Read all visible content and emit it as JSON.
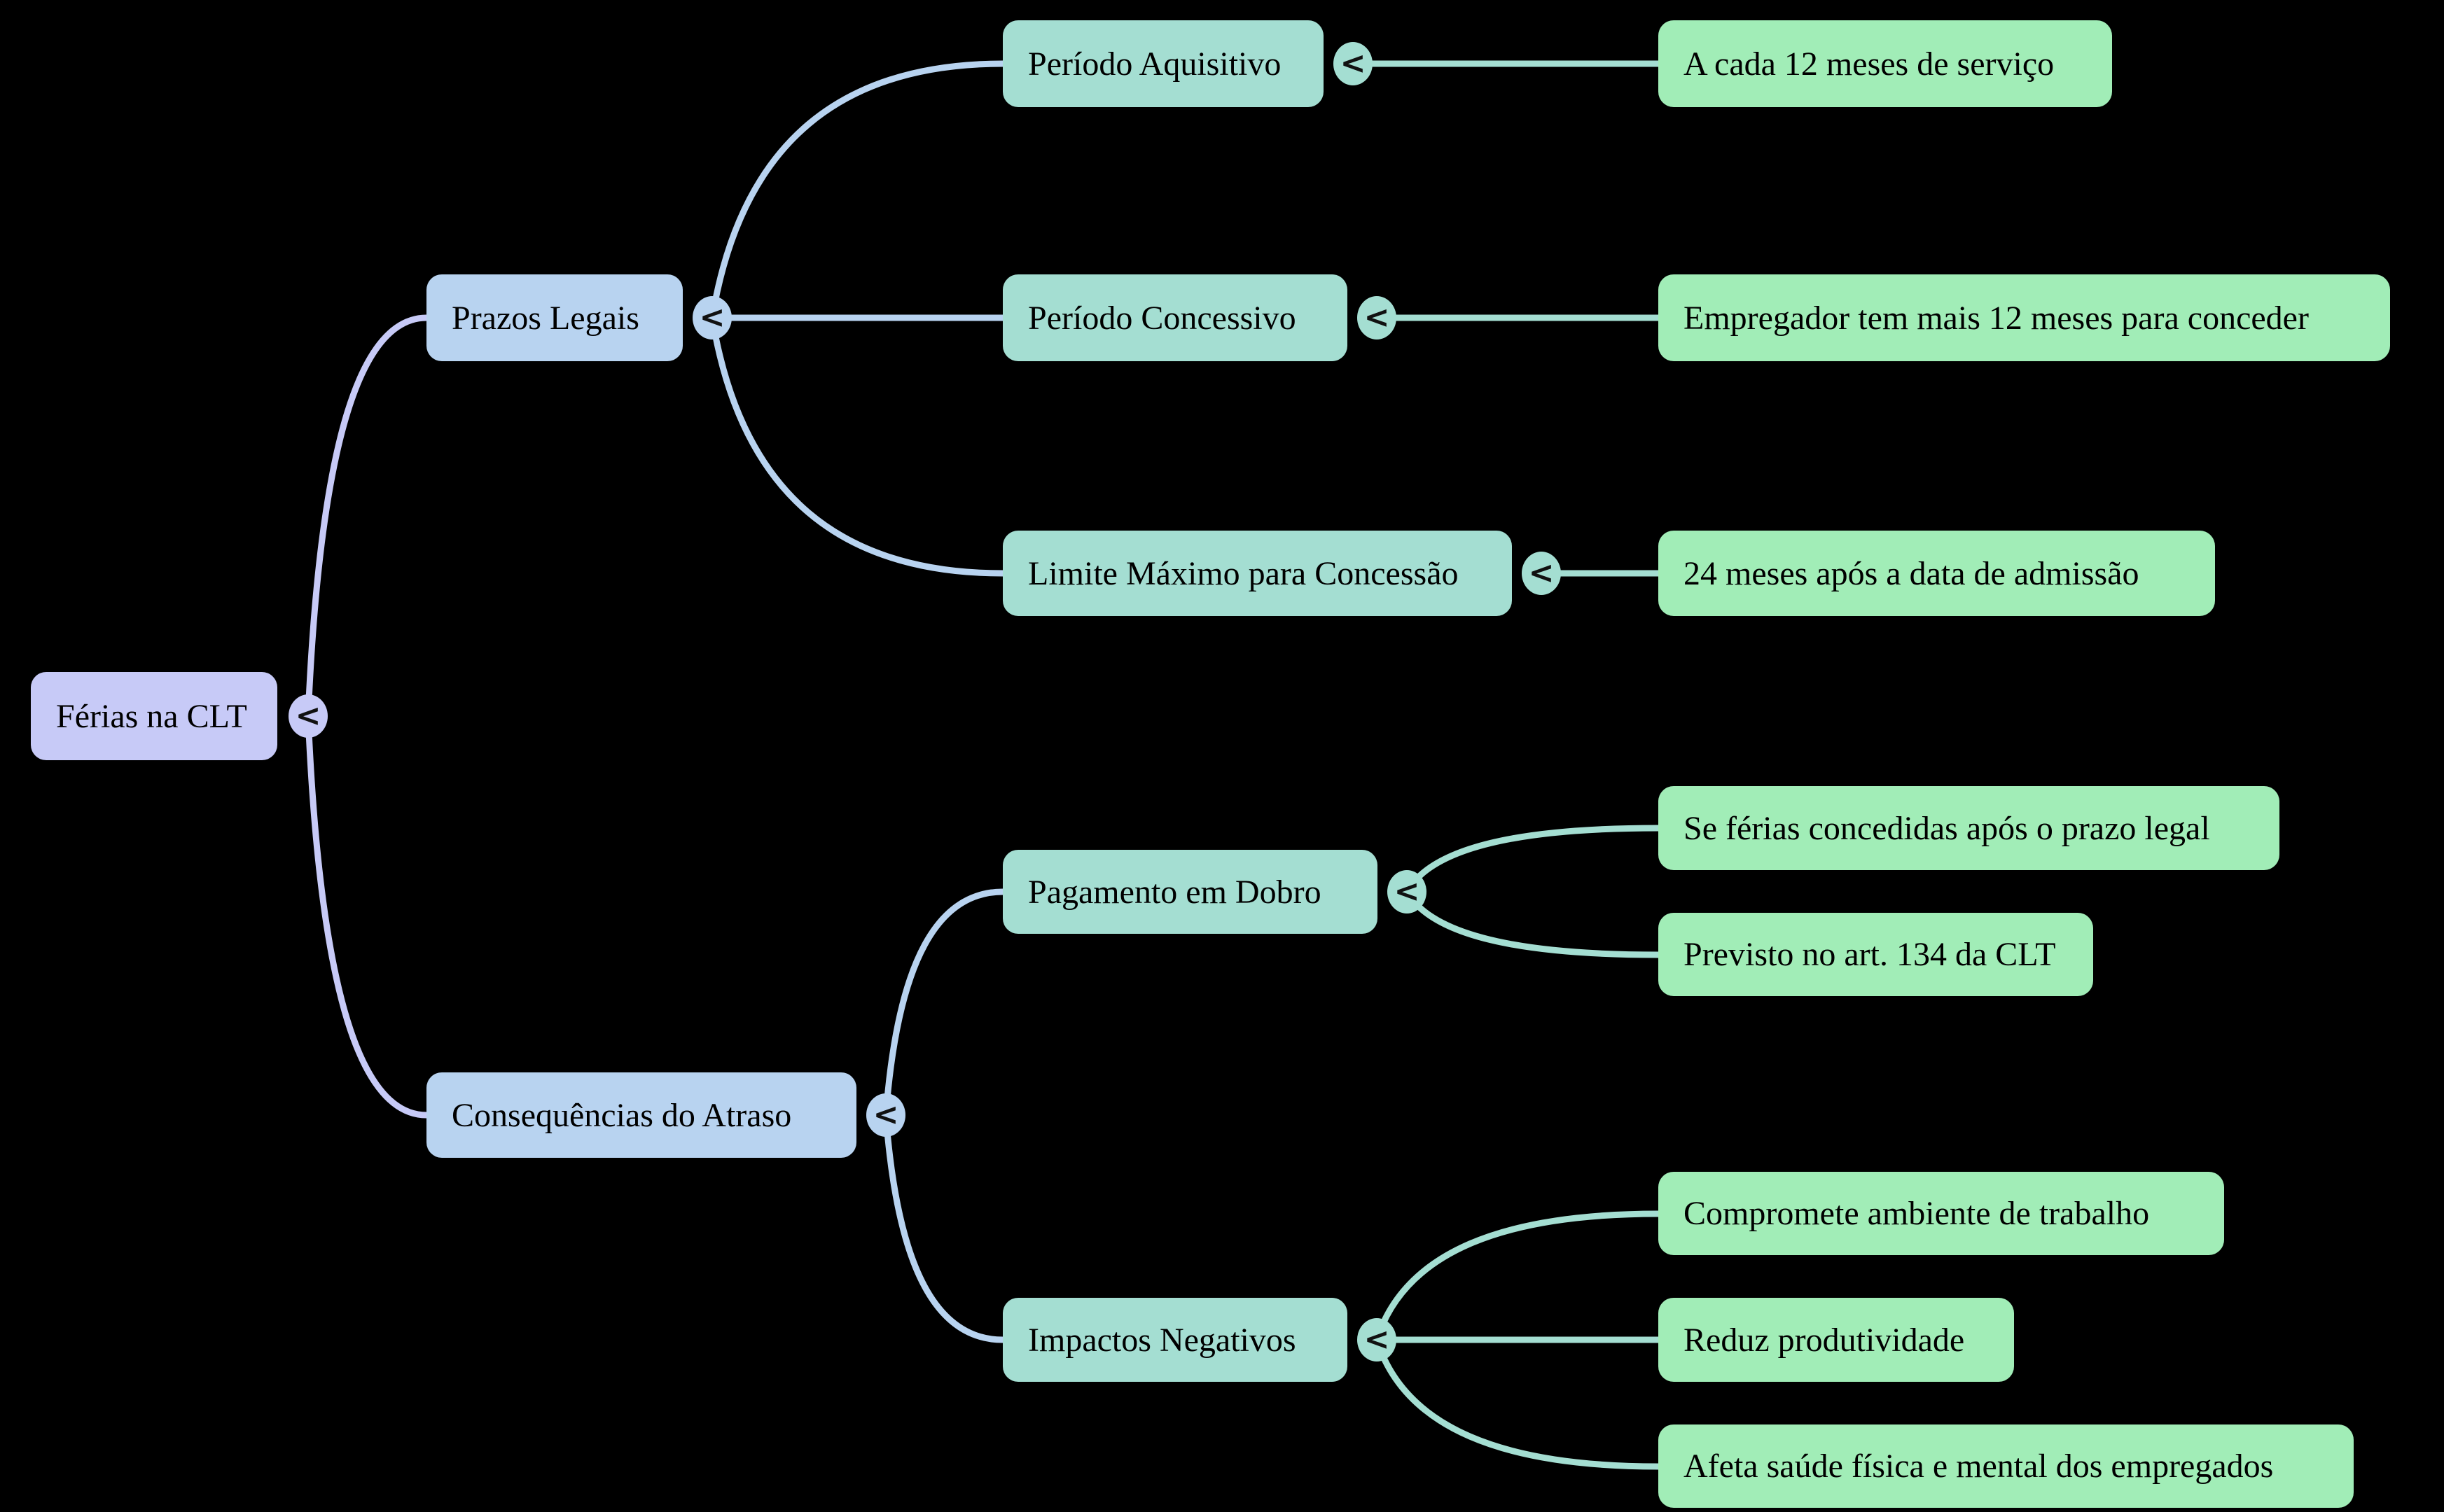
{
  "diagram": {
    "type": "mindmap",
    "background": "#000000",
    "expander_glyph": "<",
    "colors": {
      "root_node": "#c7caf7",
      "branch_node": "#b8d3f0",
      "sub_branch_node": "#a4ded2",
      "leaf_node": "#a1edb7",
      "text": "#000000"
    },
    "root": {
      "label": "Férias na CLT",
      "children": [
        {
          "label": "Prazos Legais",
          "children": [
            {
              "label": "Período Aquisitivo",
              "children": [
                {
                  "label": "A cada 12 meses de serviço"
                }
              ]
            },
            {
              "label": "Período Concessivo",
              "children": [
                {
                  "label": "Empregador tem mais 12 meses para conceder"
                }
              ]
            },
            {
              "label": "Limite Máximo para Concessão",
              "children": [
                {
                  "label": "24 meses após a data de admissão"
                }
              ]
            }
          ]
        },
        {
          "label": "Consequências do Atraso",
          "children": [
            {
              "label": "Pagamento em Dobro",
              "children": [
                {
                  "label": "Se férias concedidas após o prazo legal"
                },
                {
                  "label": "Previsto no art. 134 da CLT"
                }
              ]
            },
            {
              "label": "Impactos Negativos",
              "children": [
                {
                  "label": "Compromete ambiente de trabalho"
                },
                {
                  "label": "Reduz produtividade"
                },
                {
                  "label": "Afeta saúde física e mental dos empregados"
                }
              ]
            }
          ]
        }
      ]
    }
  }
}
